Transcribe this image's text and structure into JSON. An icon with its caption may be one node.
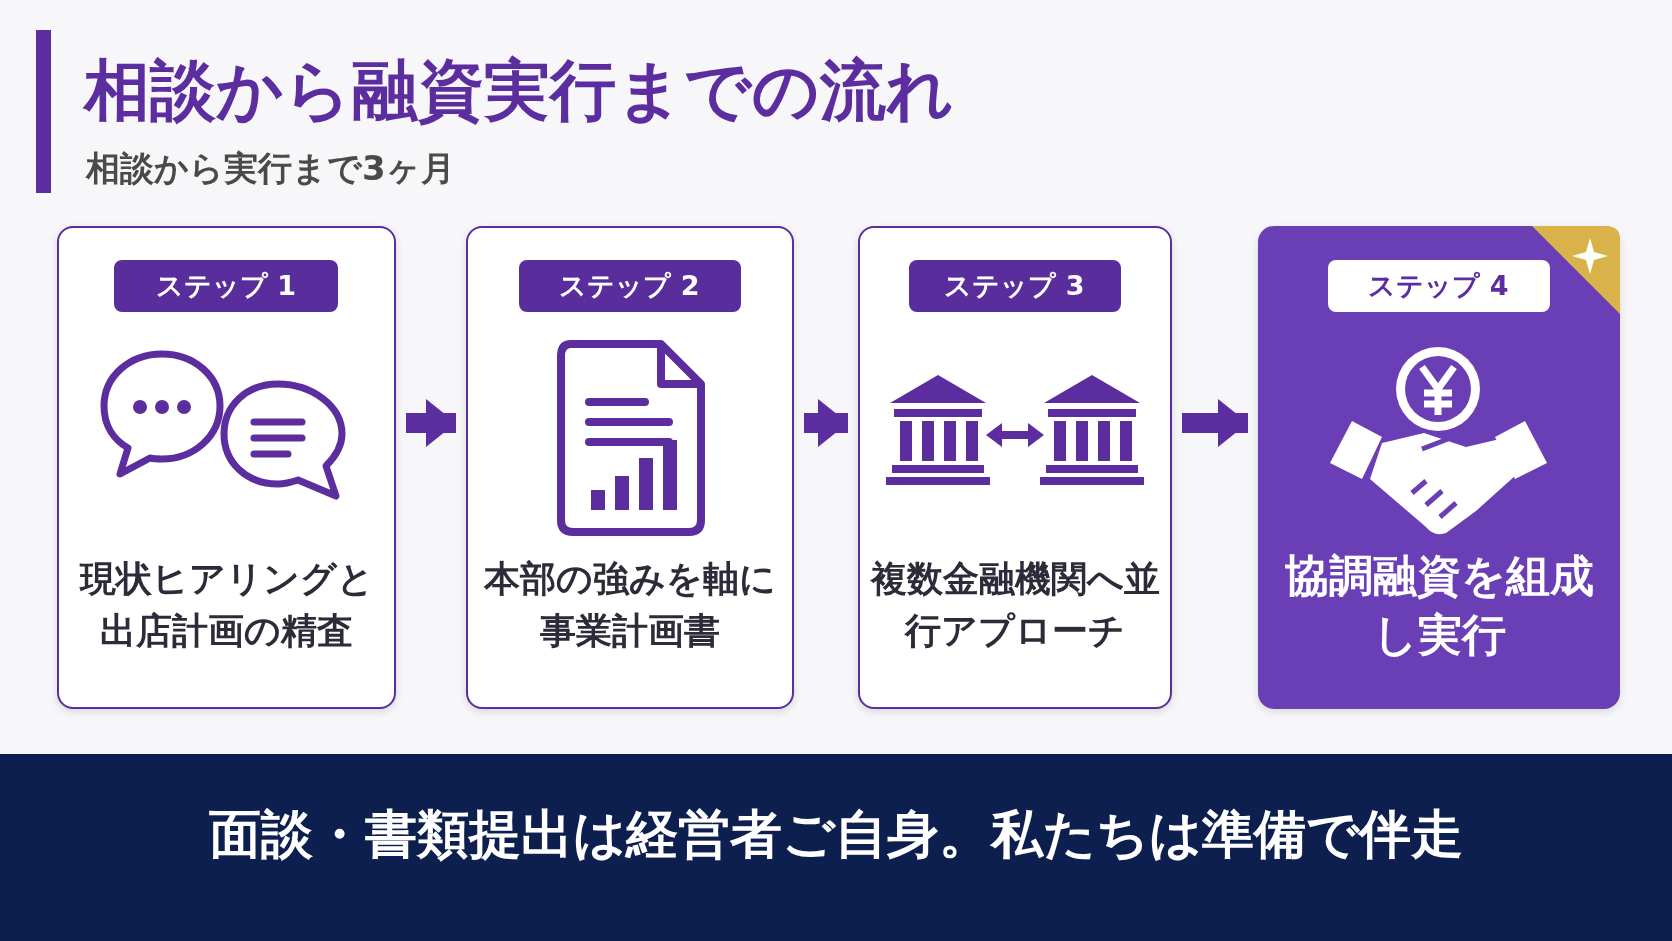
{
  "diagram": {
    "title": "相談から融資実行までの流れ",
    "nodes": [
      {
        "text": [
          "ステップ 1",
          "現状ヒアリングと出店計画の精査"
        ]
      },
      {
        "text": [
          "ステップ 2",
          "本部の強みを軸に事業計画書"
        ]
      },
      {
        "text": [
          "ステップ 3",
          "複数金融機関へ並行アプローチ"
        ]
      },
      {
        "text": [
          "ステップ 4",
          "協調融資を組成し実行"
        ]
      }
    ],
    "edges": [
      {
        "from": 0,
        "to": 1,
        "arrow": "to"
      },
      {
        "from": 1,
        "to": 2,
        "arrow": "to"
      },
      {
        "from": 2,
        "to": 3,
        "arrow": "to"
      }
    ],
    "labels": [
      "相談から実行まで3ヶ月",
      "面談・書類提出は経営者ご自身。私たちは準備で伴走"
    ]
  }
}
